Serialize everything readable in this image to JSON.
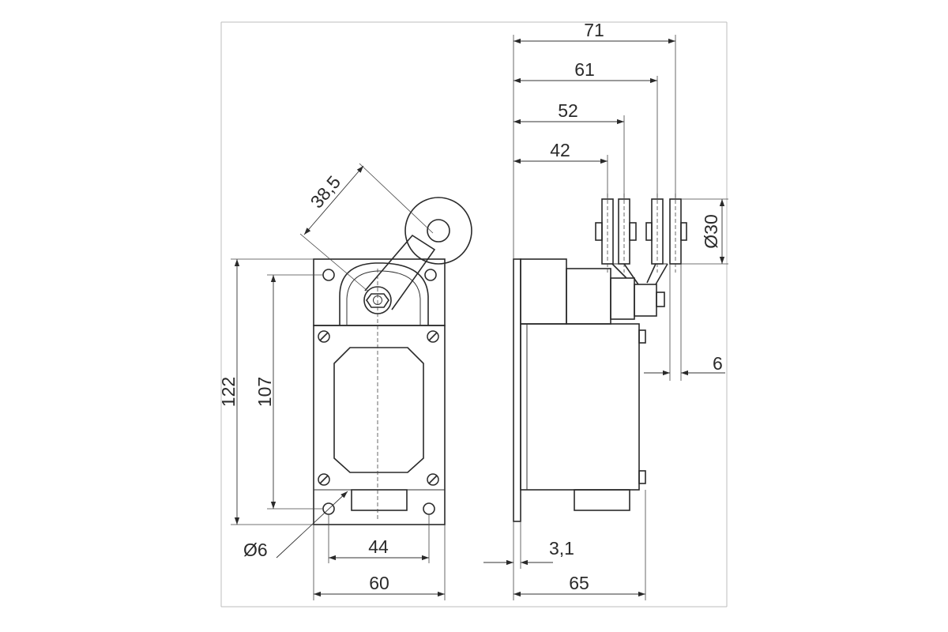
{
  "dimensions": {
    "front_view": {
      "total_height": "122",
      "mount_hole_spacing_vertical": "107",
      "mount_hole_spacing_horizontal": "44",
      "body_width": "60",
      "mount_hole_diameter": "Ø6",
      "lever_length": "38,5"
    },
    "side_view": {
      "overall_71": "71",
      "overall_61": "61",
      "overall_52": "52",
      "overall_42": "42",
      "roller_diameter": "Ø30",
      "roller_width": "6",
      "base_plate_thickness": "3,1",
      "body_depth": "65"
    }
  },
  "colors": {
    "line": "#2a2a2a",
    "frame": "#bdbdbd",
    "background": "#ffffff"
  }
}
